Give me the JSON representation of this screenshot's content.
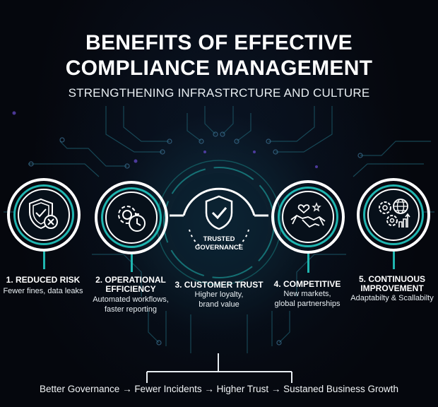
{
  "header": {
    "title_line1": "BENEFITS OF EFFECTIVE",
    "title_line2": "COMPLIANCE MANAGEMENT",
    "subtitle": "STRENGTHENING INFRASTRCTURE AND CULTURE"
  },
  "center": {
    "label_line1": "TRUSTED",
    "label_line2": "GOVERNANCE",
    "icon": "shield-check-icon"
  },
  "benefits": [
    {
      "title": "1. REDUCED RISK",
      "title_line2": "",
      "desc_line1": "Fewer fines, data leaks",
      "desc_line2": "",
      "icon": "shield-check-x-icon"
    },
    {
      "title": "2. OPERATIONAL",
      "title_line2": "EFFICIENCY",
      "desc_line1": "Automated workflows,",
      "desc_line2": "faster reporting",
      "icon": "gear-stopwatch-icon"
    },
    {
      "title": "3. CUSTOMER TRUST",
      "title_line2": "",
      "desc_line1": "Higher loyalty,",
      "desc_line2": "brand value",
      "icon": "shield-check-icon"
    },
    {
      "title": "4. COMPETITIVE",
      "title_line2": "",
      "desc_line1": "New markets,",
      "desc_line2": "global partnerships",
      "icon": "handshake-heart-star-icon"
    },
    {
      "title": "5. CONTINUOUS",
      "title_line2": "IMPROVEMENT",
      "desc_line1": "Adaptabilty & Scallabilty",
      "desc_line2": "",
      "icon": "gears-globe-chart-icon"
    }
  ],
  "flow": {
    "text": "Better Governance → Fewer Incidents → Higher Trust → Sustaned Business Growth"
  },
  "colors": {
    "background": "#05070d",
    "accent_teal": "#1fb5b0",
    "text": "#ffffff"
  }
}
